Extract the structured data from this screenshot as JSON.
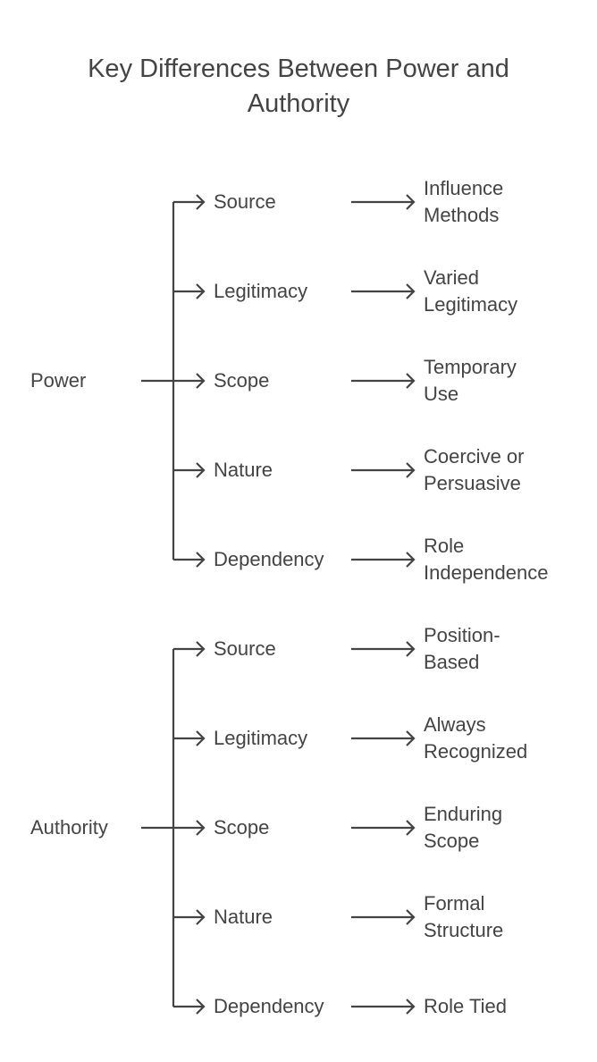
{
  "title": "Key Differences Between Power and Authority",
  "title_lines": [
    "Key Differences Between Power and",
    "Authority"
  ],
  "colors": {
    "line": "#444444",
    "text": "#444444",
    "background": "#ffffff"
  },
  "groups": [
    {
      "root": "Power",
      "branches": [
        {
          "label": "Source",
          "leaf": [
            "Influence",
            "Methods"
          ]
        },
        {
          "label": "Legitimacy",
          "leaf": [
            "Varied",
            "Legitimacy"
          ]
        },
        {
          "label": "Scope",
          "leaf": [
            "Temporary",
            "Use"
          ]
        },
        {
          "label": "Nature",
          "leaf": [
            "Coercive or",
            "Persuasive"
          ]
        },
        {
          "label": "Dependency",
          "leaf": [
            "Role",
            "Independence"
          ]
        }
      ]
    },
    {
      "root": "Authority",
      "branches": [
        {
          "label": "Source",
          "leaf": [
            "Position-",
            "Based"
          ]
        },
        {
          "label": "Legitimacy",
          "leaf": [
            "Always",
            "Recognized"
          ]
        },
        {
          "label": "Scope",
          "leaf": [
            "Enduring",
            "Scope"
          ]
        },
        {
          "label": "Nature",
          "leaf": [
            "Formal",
            "Structure"
          ]
        },
        {
          "label": "Dependency",
          "leaf": [
            "Role Tied"
          ]
        }
      ]
    }
  ]
}
